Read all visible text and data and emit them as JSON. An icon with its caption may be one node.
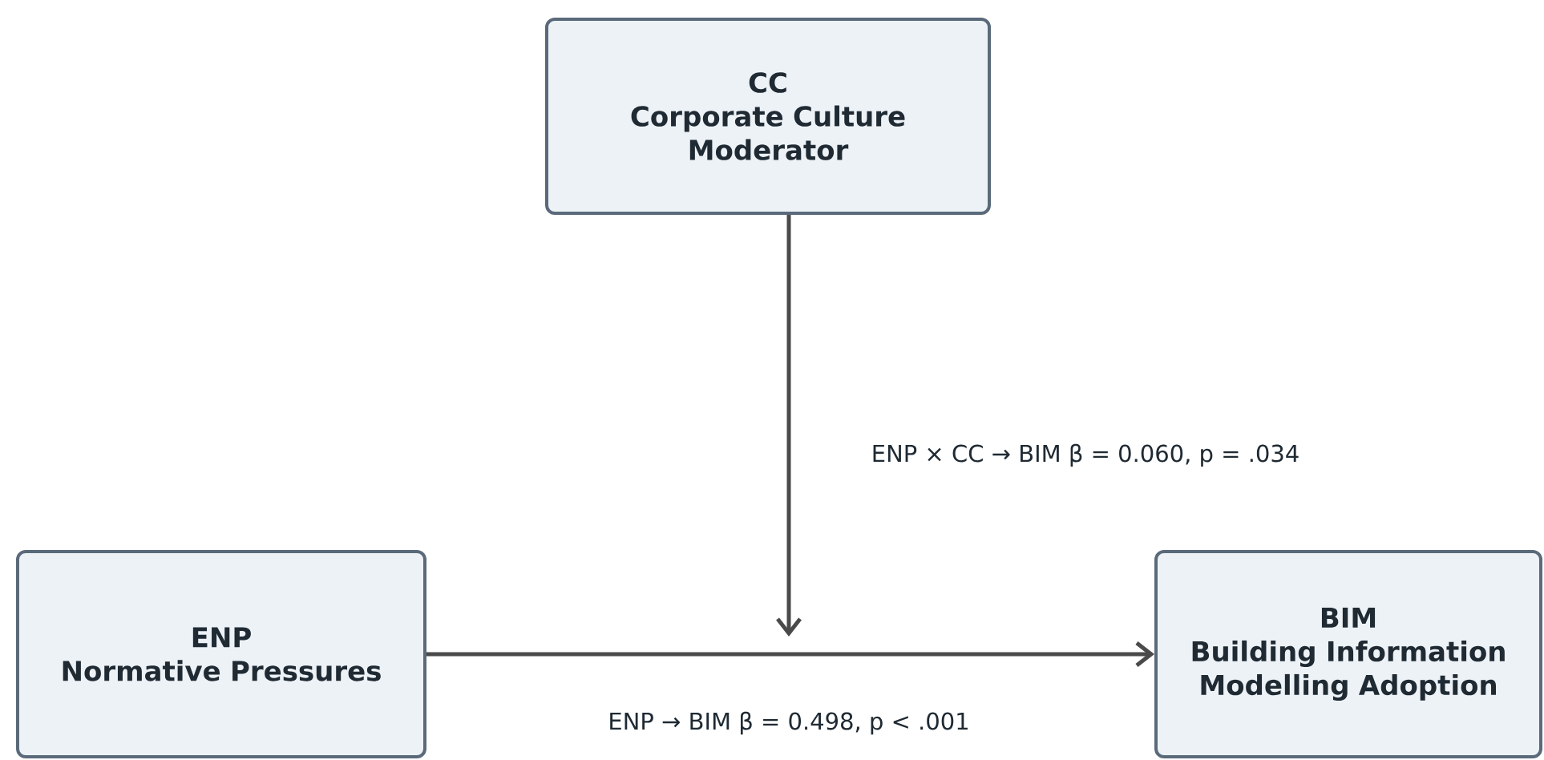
{
  "diagram": {
    "nodes": [
      {
        "text": [
          "CC",
          "Corporate Culture Moderator"
        ]
      },
      {
        "text": [
          "ENP",
          "Normative Pressures"
        ]
      },
      {
        "text": [
          "BIM",
          "Building Information Modelling Adoption"
        ]
      }
    ],
    "edges": [
      {
        "from": 1,
        "to": 2,
        "arrow": "to",
        "label": "ENP → BIM   β = 0.498, p < .001"
      },
      {
        "from": 0,
        "to": null,
        "arrow": "to",
        "label": "ENP × CC → BIM   β = 0.060, p = .034"
      }
    ]
  }
}
